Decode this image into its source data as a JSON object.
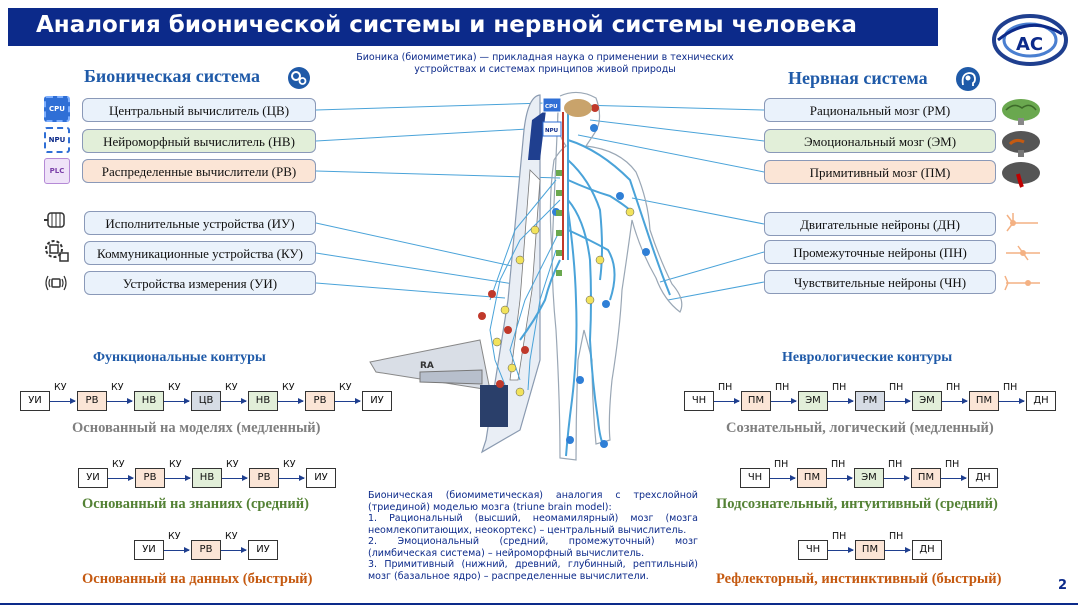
{
  "title": "Аналогия бионической системы и нервной системы человека",
  "logo_text": "АС",
  "subtitle": "Бионика (биомиметика) — прикладная наука о применении в технических устройствах и системах принципов живой природы",
  "left": {
    "heading": "Бионическая система",
    "heading_icon": "gears-icon",
    "items": [
      {
        "label": "Центральный вычислитель (ЦВ)",
        "icon": "CPU"
      },
      {
        "label": "Нейроморфный вычислитель (НВ)",
        "icon": "NPU"
      },
      {
        "label": "Распределенные вычислители (РВ)",
        "icon": "PLC"
      },
      {
        "label": "Исполнительные устройства (ИУ)",
        "icon": "motor-icon"
      },
      {
        "label": "Коммуникационные устройства (КУ)",
        "icon": "chip-gear-icon"
      },
      {
        "label": "Устройства измерения (УИ)",
        "icon": "sensor-icon"
      }
    ]
  },
  "right": {
    "heading": "Нервная система",
    "heading_icon": "head-icon",
    "items": [
      {
        "label": "Рациональный мозг (РМ)",
        "icon": "brain-green-icon"
      },
      {
        "label": "Эмоциональный мозг (ЭМ)",
        "icon": "brain-gray-icon"
      },
      {
        "label": "Примитивный мозг (ПМ)",
        "icon": "brain-red-icon"
      },
      {
        "label": "Двигательные нейроны (ДН)",
        "icon": "neuron-icon"
      },
      {
        "label": "Промежуточные нейроны (ПН)",
        "icon": "neuron-icon"
      },
      {
        "label": "Чувствительные нейроны (ЧН)",
        "icon": "neuron-icon"
      }
    ]
  },
  "fig_labels": {
    "cpu": "CPU",
    "npu": "NPU",
    "wing": "RA"
  },
  "functional": {
    "heading": "Функциональные контуры",
    "chains": [
      {
        "title": "Основанный на моделях (медленный)",
        "nodes": [
          "УИ",
          "РВ",
          "НВ",
          "ЦВ",
          "НВ",
          "РВ",
          "ИУ"
        ],
        "edge": "КУ"
      },
      {
        "title": "Основанный на знаниях (средний)",
        "nodes": [
          "УИ",
          "РВ",
          "НВ",
          "РВ",
          "ИУ"
        ],
        "edge": "КУ"
      },
      {
        "title": "Основанный на данных (быстрый)",
        "nodes": [
          "УИ",
          "РВ",
          "ИУ"
        ],
        "edge": "КУ"
      }
    ]
  },
  "neuro": {
    "heading": "Неврологические контуры",
    "chains": [
      {
        "title": "Сознательный, логический (медленный)",
        "nodes": [
          "ЧН",
          "ПМ",
          "ЭМ",
          "РМ",
          "ЭМ",
          "ПМ",
          "ДН"
        ],
        "edge": "ПН"
      },
      {
        "title": "Подсознательный, интуитивный (средний)",
        "nodes": [
          "ЧН",
          "ПМ",
          "ЭМ",
          "ПМ",
          "ДН"
        ],
        "edge": "ПН"
      },
      {
        "title": "Рефлекторный, инстинктивный (быстрый)",
        "nodes": [
          "ЧН",
          "ПМ",
          "ДН"
        ],
        "edge": "ПН"
      }
    ]
  },
  "note": {
    "p0": "Бионическая (биомиметическая) аналогия с трехслойной (триединой) моделью мозга (triune brain model):",
    "p1": "1. Рациональный (высший, неомамилярный) мозг (мозга неомлекопитающих, неокортекс) – центральный вычислитель.",
    "p2": "2. Эмоциональный (средний, промежуточный) мозг (лимбическая система) – нейроморфный вычислитель.",
    "p3": "3. Примитивный (нижний, древний, глубинный, рептильный) мозг (базальное ядро) – распределенные вычислители."
  },
  "page_number": "2",
  "colors": {
    "accent": "#0c2a8a",
    "heading": "#1f5aa8",
    "green_title": "#548235",
    "orange_title": "#c55a11",
    "gray_title": "#7f7f7f",
    "nerve": "#4aa3d9"
  }
}
